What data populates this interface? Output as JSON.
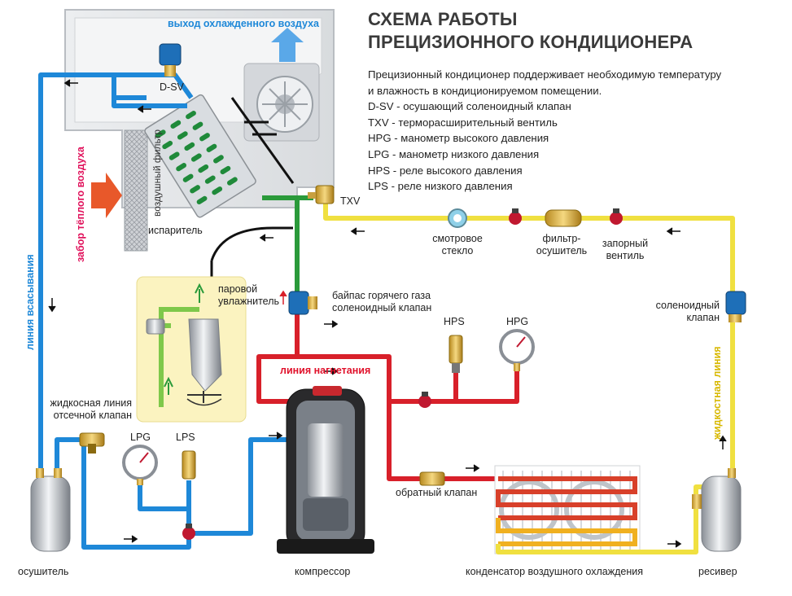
{
  "title": {
    "line1": "СХЕМА РАБОТЫ",
    "line2": "ПРЕЦИЗИОННОГО КОНДИЦИОНЕРА"
  },
  "description": {
    "intro1": "Прецизионный кондиционер поддерживает необходимую температуру",
    "intro2": "и влажность в кондиционируемом помещении.",
    "legend": [
      "D-SV - осушающий соленоидный клапан",
      "TXV - терморасширительный вентиль",
      "HPG - манометр высокого давления",
      "LPG - манометр низкого давления",
      "HPS - реле высокого давления",
      "LPS - реле низкого давления"
    ]
  },
  "labels": {
    "outlet_air": "выход охлажденного воздуха",
    "dsv": "D-SV",
    "inlet_air": "забор тёплого воздуха",
    "filter": "воздушный фильтр",
    "evaporator": "испаритель",
    "txv": "TXV",
    "sight_glass": [
      "смотровое",
      "стекло"
    ],
    "filter_drier": [
      "фильтр-",
      "осушитель"
    ],
    "shutoff_valve": [
      "запорный",
      "вентиль"
    ],
    "solenoid_valve": [
      "соленоидный",
      "клапан"
    ],
    "liquid_line": "жидкостная линия",
    "suction_line": "линия всасывания",
    "steam_humidifier": [
      "паровой",
      "увлажнитель"
    ],
    "hot_gas_bypass": [
      "байпас горячего газа",
      "соленоидный клапан"
    ],
    "hps": "HPS",
    "hpg": "HPG",
    "discharge_line": "линия нагнетания",
    "liquid_shutoff": [
      "жидкосная линия",
      "отсечной клапан"
    ],
    "lpg": "LPG",
    "lps": "LPS",
    "check_valve": "обратный клапан",
    "dryer": "осушитель",
    "compressor": "компрессор",
    "condenser": "конденсатор воздушного охлаждения",
    "receiver": "ресивер"
  },
  "colors": {
    "suction": "#1e88d8",
    "discharge": "#d8202a",
    "liquid": "#f0e040",
    "hot_gas": "#2a9a3a",
    "humidifier_panel": "#fbf3c0",
    "inlet_arrow": "#e8582a",
    "outlet_arrow": "#5aa8e8"
  }
}
